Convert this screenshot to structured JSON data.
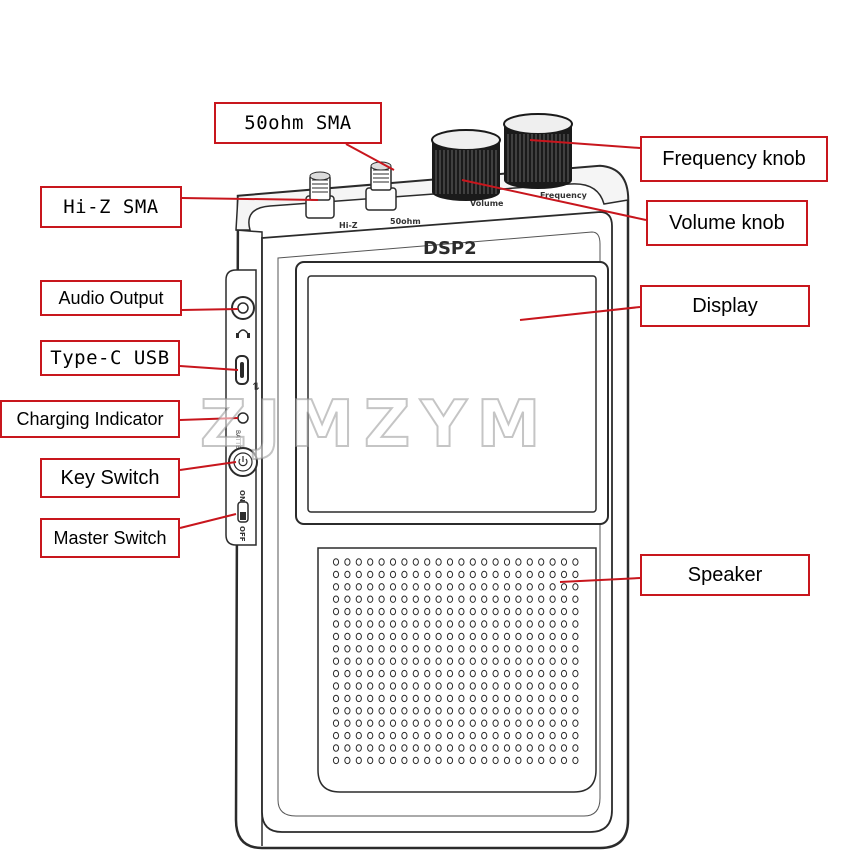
{
  "device": {
    "model_name": "DSP2",
    "port_labels": {
      "hiz": "Hi-Z",
      "fifty_ohm": "50ohm",
      "volume": "Volume",
      "frequency": "Frequency"
    },
    "power_labels": {
      "on": "ON",
      "off": "OFF"
    },
    "indicator_label": "BATTERY"
  },
  "callouts": [
    {
      "id": "fifty-ohm-sma",
      "text": "50ohm SMA"
    },
    {
      "id": "hi-z-sma",
      "text": "Hi-Z SMA"
    },
    {
      "id": "frequency-knob",
      "text": "Frequency knob"
    },
    {
      "id": "volume-knob",
      "text": "Volume knob"
    },
    {
      "id": "audio-output",
      "text": "Audio Output"
    },
    {
      "id": "display",
      "text": "Display"
    },
    {
      "id": "type-c-usb",
      "text": "Type-C USB"
    },
    {
      "id": "charging-indicator",
      "text": "Charging Indicator"
    },
    {
      "id": "key-switch",
      "text": "Key Switch"
    },
    {
      "id": "master-switch",
      "text": "Master Switch"
    },
    {
      "id": "speaker",
      "text": "Speaker"
    }
  ],
  "watermark": "ZJMZYM",
  "colors": {
    "callout_border": "#c8161d",
    "leader_line": "#c8161d",
    "device_stroke": "#2b2b2b"
  }
}
